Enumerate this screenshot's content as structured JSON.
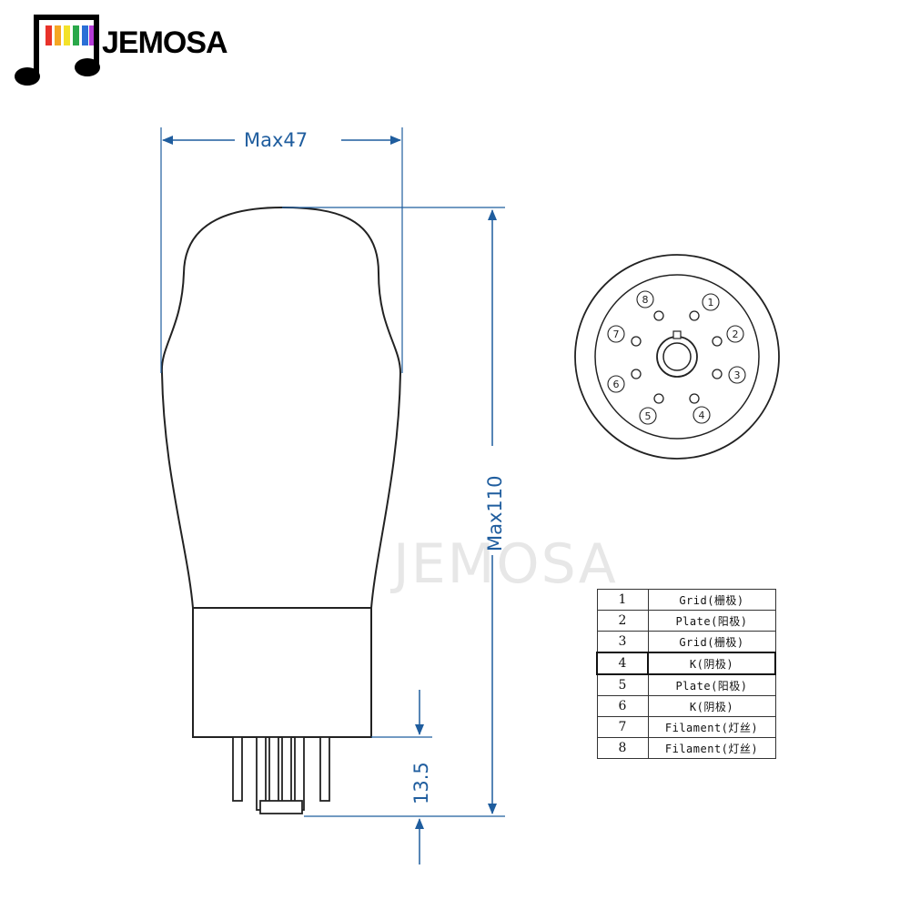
{
  "brand": {
    "name": "JEMOSA",
    "watermark": "JEMOSA"
  },
  "dimensions": {
    "width": "Max47",
    "height": "Max110",
    "pin_length": "13.5"
  },
  "base_pins": [
    "1",
    "2",
    "3",
    "4",
    "5",
    "6",
    "7",
    "8"
  ],
  "pin_table": [
    {
      "num": "1",
      "function": "Grid(栅极)"
    },
    {
      "num": "2",
      "function": "Plate(阳极)"
    },
    {
      "num": "3",
      "function": "Grid(栅极)"
    },
    {
      "num": "4",
      "function": "K(阴极)"
    },
    {
      "num": "5",
      "function": "Plate(阳极)"
    },
    {
      "num": "6",
      "function": "K(阴极)"
    },
    {
      "num": "7",
      "function": "Filament(灯丝)"
    },
    {
      "num": "8",
      "function": "Filament(灯丝)"
    }
  ],
  "colors": {
    "dimension_line": "#1f5d9e",
    "outline": "#222222"
  }
}
